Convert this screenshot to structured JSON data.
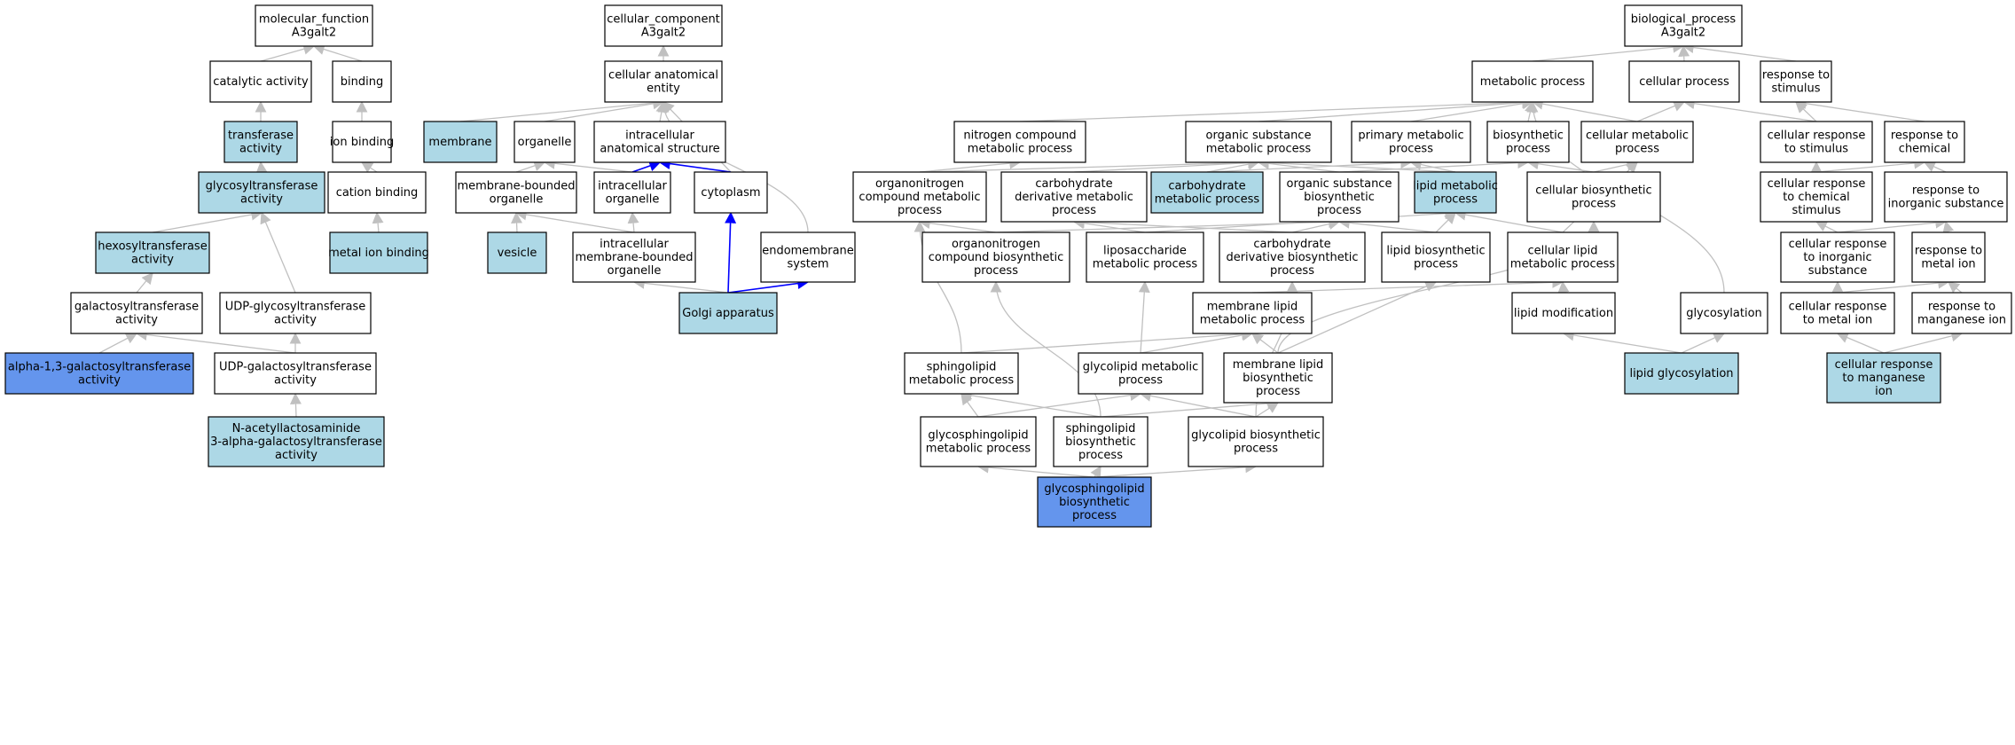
{
  "colors": {
    "default_fill": "#ffffff",
    "light_fill": "#add8e6",
    "dark_fill": "#6495ed",
    "edge_gray": "#c0c0c0",
    "edge_blue": "#0000ff",
    "border": "#000000"
  },
  "nodes": [
    {
      "id": "mf",
      "lines": [
        "molecular_function",
        "A3galt2"
      ],
      "fill": "default"
    },
    {
      "id": "catalytic",
      "lines": [
        "catalytic activity"
      ],
      "fill": "default"
    },
    {
      "id": "binding",
      "lines": [
        "binding"
      ],
      "fill": "default"
    },
    {
      "id": "transferase",
      "lines": [
        "transferase",
        "activity"
      ],
      "fill": "light"
    },
    {
      "id": "ionbinding",
      "lines": [
        "ion binding"
      ],
      "fill": "default"
    },
    {
      "id": "glycosyltransferase",
      "lines": [
        "glycosyltransferase",
        "activity"
      ],
      "fill": "light"
    },
    {
      "id": "cationbinding",
      "lines": [
        "cation binding"
      ],
      "fill": "default"
    },
    {
      "id": "hexosyltransferase",
      "lines": [
        "hexosyltransferase",
        "activity"
      ],
      "fill": "light"
    },
    {
      "id": "metalionbinding",
      "lines": [
        "metal ion binding"
      ],
      "fill": "light"
    },
    {
      "id": "galactosyltransferase",
      "lines": [
        "galactosyltransferase",
        "activity"
      ],
      "fill": "default"
    },
    {
      "id": "udpglycosyl",
      "lines": [
        "UDP-glycosyltransferase",
        "activity"
      ],
      "fill": "default"
    },
    {
      "id": "alpha13",
      "lines": [
        "alpha-1,3-galactosyltransferase",
        "activity"
      ],
      "fill": "dark"
    },
    {
      "id": "udpgalactosyl",
      "lines": [
        "UDP-galactosyltransferase",
        "activity"
      ],
      "fill": "default"
    },
    {
      "id": "nacetyl",
      "lines": [
        "N-acetyllactosaminide",
        "3-alpha-galactosyltransferase",
        "activity"
      ],
      "fill": "light"
    },
    {
      "id": "cc",
      "lines": [
        "cellular_component",
        "A3galt2"
      ],
      "fill": "default"
    },
    {
      "id": "cae",
      "lines": [
        "cellular anatomical",
        "entity"
      ],
      "fill": "default"
    },
    {
      "id": "membrane",
      "lines": [
        "membrane"
      ],
      "fill": "light"
    },
    {
      "id": "organelle",
      "lines": [
        "organelle"
      ],
      "fill": "default"
    },
    {
      "id": "ias",
      "lines": [
        "intracellular",
        "anatomical structure"
      ],
      "fill": "default"
    },
    {
      "id": "mbo",
      "lines": [
        "membrane-bounded",
        "organelle"
      ],
      "fill": "default"
    },
    {
      "id": "io",
      "lines": [
        "intracellular",
        "organelle"
      ],
      "fill": "default"
    },
    {
      "id": "cytoplasm",
      "lines": [
        "cytoplasm"
      ],
      "fill": "default"
    },
    {
      "id": "vesicle",
      "lines": [
        "vesicle"
      ],
      "fill": "light"
    },
    {
      "id": "imbo",
      "lines": [
        "intracellular",
        "membrane-bounded",
        "organelle"
      ],
      "fill": "default"
    },
    {
      "id": "endomembrane",
      "lines": [
        "endomembrane",
        "system"
      ],
      "fill": "default"
    },
    {
      "id": "golgi",
      "lines": [
        "Golgi apparatus"
      ],
      "fill": "light"
    },
    {
      "id": "bp",
      "lines": [
        "biological_process",
        "A3galt2"
      ],
      "fill": "default"
    },
    {
      "id": "metabolic",
      "lines": [
        "metabolic process"
      ],
      "fill": "default"
    },
    {
      "id": "cellularprocess",
      "lines": [
        "cellular process"
      ],
      "fill": "default"
    },
    {
      "id": "rstimulus",
      "lines": [
        "response to",
        "stimulus"
      ],
      "fill": "default"
    },
    {
      "id": "nitrogen",
      "lines": [
        "nitrogen compound",
        "metabolic process"
      ],
      "fill": "default"
    },
    {
      "id": "osmp",
      "lines": [
        "organic substance",
        "metabolic process"
      ],
      "fill": "default"
    },
    {
      "id": "primary",
      "lines": [
        "primary metabolic",
        "process"
      ],
      "fill": "default"
    },
    {
      "id": "biosynthetic",
      "lines": [
        "biosynthetic",
        "process"
      ],
      "fill": "default"
    },
    {
      "id": "cellmetab",
      "lines": [
        "cellular metabolic",
        "process"
      ],
      "fill": "default"
    },
    {
      "id": "crstimulus",
      "lines": [
        "cellular response",
        "to stimulus"
      ],
      "fill": "default"
    },
    {
      "id": "rchemical",
      "lines": [
        "response to",
        "chemical"
      ],
      "fill": "default"
    },
    {
      "id": "onitmetab",
      "lines": [
        "organonitrogen",
        "compound metabolic",
        "process"
      ],
      "fill": "default"
    },
    {
      "id": "carbderivmetab",
      "lines": [
        "carbohydrate",
        "derivative metabolic",
        "process"
      ],
      "fill": "default"
    },
    {
      "id": "carbmetab",
      "lines": [
        "carbohydrate",
        "metabolic process"
      ],
      "fill": "light"
    },
    {
      "id": "osbiosynth",
      "lines": [
        "organic substance",
        "biosynthetic",
        "process"
      ],
      "fill": "default"
    },
    {
      "id": "lipidmetab",
      "lines": [
        "lipid metabolic",
        "process"
      ],
      "fill": "light"
    },
    {
      "id": "cellbiosynth",
      "lines": [
        "cellular biosynthetic",
        "process"
      ],
      "fill": "default"
    },
    {
      "id": "crchemical",
      "lines": [
        "cellular response",
        "to chemical",
        "stimulus"
      ],
      "fill": "default"
    },
    {
      "id": "rinorganic",
      "lines": [
        "response to",
        "inorganic substance"
      ],
      "fill": "default"
    },
    {
      "id": "onitbiosynth",
      "lines": [
        "organonitrogen",
        "compound biosynthetic",
        "process"
      ],
      "fill": "default"
    },
    {
      "id": "liposacch",
      "lines": [
        "liposaccharide",
        "metabolic process"
      ],
      "fill": "default"
    },
    {
      "id": "carbderivbio",
      "lines": [
        "carbohydrate",
        "derivative biosynthetic",
        "process"
      ],
      "fill": "default"
    },
    {
      "id": "lipidbiosynth",
      "lines": [
        "lipid biosynthetic",
        "process"
      ],
      "fill": "default"
    },
    {
      "id": "celllipid",
      "lines": [
        "cellular lipid",
        "metabolic process"
      ],
      "fill": "default"
    },
    {
      "id": "crinorganic",
      "lines": [
        "cellular response",
        "to inorganic",
        "substance"
      ],
      "fill": "default"
    },
    {
      "id": "rmetalion",
      "lines": [
        "response to",
        "metal ion"
      ],
      "fill": "default"
    },
    {
      "id": "memlipidmetab",
      "lines": [
        "membrane lipid",
        "metabolic process"
      ],
      "fill": "default"
    },
    {
      "id": "lipidmod",
      "lines": [
        "lipid modification"
      ],
      "fill": "default"
    },
    {
      "id": "glycosylation",
      "lines": [
        "glycosylation"
      ],
      "fill": "default"
    },
    {
      "id": "crmetalion",
      "lines": [
        "cellular response",
        "to metal ion"
      ],
      "fill": "default"
    },
    {
      "id": "rmanganese",
      "lines": [
        "response to",
        "manganese ion"
      ],
      "fill": "default"
    },
    {
      "id": "sphingometab",
      "lines": [
        "sphingolipid",
        "metabolic process"
      ],
      "fill": "default"
    },
    {
      "id": "glycolipidmetab",
      "lines": [
        "glycolipid metabolic",
        "process"
      ],
      "fill": "default"
    },
    {
      "id": "memlipidbio",
      "lines": [
        "membrane lipid",
        "biosynthetic",
        "process"
      ],
      "fill": "default"
    },
    {
      "id": "lipidglyc",
      "lines": [
        "lipid glycosylation"
      ],
      "fill": "light"
    },
    {
      "id": "crmanganese",
      "lines": [
        "cellular response",
        "to manganese",
        "ion"
      ],
      "fill": "light"
    },
    {
      "id": "gsphingometab",
      "lines": [
        "glycosphingolipid",
        "metabolic process"
      ],
      "fill": "default"
    },
    {
      "id": "sphingobio",
      "lines": [
        "sphingolipid",
        "biosynthetic",
        "process"
      ],
      "fill": "default"
    },
    {
      "id": "glycolipidbio",
      "lines": [
        "glycolipid biosynthetic",
        "process"
      ],
      "fill": "default"
    },
    {
      "id": "gsphingobio",
      "lines": [
        "glycosphingolipid",
        "biosynthetic",
        "process"
      ],
      "fill": "dark"
    }
  ],
  "edges": [
    {
      "from": "catalytic",
      "to": "mf",
      "color": "gray"
    },
    {
      "from": "binding",
      "to": "mf",
      "color": "gray"
    },
    {
      "from": "transferase",
      "to": "catalytic",
      "color": "gray"
    },
    {
      "from": "ionbinding",
      "to": "binding",
      "color": "gray"
    },
    {
      "from": "glycosyltransferase",
      "to": "transferase",
      "color": "gray"
    },
    {
      "from": "cationbinding",
      "to": "ionbinding",
      "color": "gray"
    },
    {
      "from": "hexosyltransferase",
      "to": "glycosyltransferase",
      "color": "gray"
    },
    {
      "from": "udpglycosyl",
      "to": "glycosyltransferase",
      "color": "gray"
    },
    {
      "from": "metalionbinding",
      "to": "cationbinding",
      "color": "gray"
    },
    {
      "from": "galactosyltransferase",
      "to": "hexosyltransferase",
      "color": "gray"
    },
    {
      "from": "alpha13",
      "to": "galactosyltransferase",
      "color": "gray"
    },
    {
      "from": "udpgalactosyl",
      "to": "galactosyltransferase",
      "color": "gray"
    },
    {
      "from": "udpgalactosyl",
      "to": "udpglycosyl",
      "color": "gray"
    },
    {
      "from": "nacetyl",
      "to": "udpgalactosyl",
      "color": "gray"
    },
    {
      "from": "cae",
      "to": "cc",
      "color": "gray"
    },
    {
      "from": "membrane",
      "to": "cae",
      "color": "gray"
    },
    {
      "from": "organelle",
      "to": "cae",
      "color": "gray"
    },
    {
      "from": "ias",
      "to": "cae",
      "color": "gray"
    },
    {
      "from": "cytoplasm",
      "to": "cae",
      "color": "gray"
    },
    {
      "from": "endomembrane",
      "to": "cae",
      "color": "gray"
    },
    {
      "from": "mbo",
      "to": "organelle",
      "color": "gray"
    },
    {
      "from": "io",
      "to": "organelle",
      "color": "gray"
    },
    {
      "from": "io",
      "to": "ias",
      "color": "blue"
    },
    {
      "from": "cytoplasm",
      "to": "ias",
      "color": "blue"
    },
    {
      "from": "vesicle",
      "to": "mbo",
      "color": "gray"
    },
    {
      "from": "imbo",
      "to": "mbo",
      "color": "gray"
    },
    {
      "from": "imbo",
      "to": "io",
      "color": "gray"
    },
    {
      "from": "golgi",
      "to": "imbo",
      "color": "gray"
    },
    {
      "from": "golgi",
      "to": "cytoplasm",
      "color": "blue"
    },
    {
      "from": "golgi",
      "to": "endomembrane",
      "color": "blue"
    },
    {
      "from": "metabolic",
      "to": "bp",
      "color": "gray"
    },
    {
      "from": "cellularprocess",
      "to": "bp",
      "color": "gray"
    },
    {
      "from": "rstimulus",
      "to": "bp",
      "color": "gray"
    },
    {
      "from": "nitrogen",
      "to": "metabolic",
      "color": "gray"
    },
    {
      "from": "osmp",
      "to": "metabolic",
      "color": "gray"
    },
    {
      "from": "primary",
      "to": "metabolic",
      "color": "gray"
    },
    {
      "from": "biosynthetic",
      "to": "metabolic",
      "color": "gray"
    },
    {
      "from": "cellmetab",
      "to": "metabolic",
      "color": "gray"
    },
    {
      "from": "membrane",
      "to": "metabolic",
      "color": "none"
    },
    {
      "from": "glycosylation",
      "to": "metabolic",
      "color": "gray"
    },
    {
      "from": "cellmetab",
      "to": "cellularprocess",
      "color": "gray"
    },
    {
      "from": "crstimulus",
      "to": "cellularprocess",
      "color": "gray"
    },
    {
      "from": "crstimulus",
      "to": "rstimulus",
      "color": "gray"
    },
    {
      "from": "rchemical",
      "to": "rstimulus",
      "color": "gray"
    },
    {
      "from": "onitmetab",
      "to": "nitrogen",
      "color": "gray"
    },
    {
      "from": "onitmetab",
      "to": "osmp",
      "color": "gray"
    },
    {
      "from": "carbderivmetab",
      "to": "osmp",
      "color": "gray"
    },
    {
      "from": "carbmetab",
      "to": "osmp",
      "color": "gray"
    },
    {
      "from": "osbiosynth",
      "to": "osmp",
      "color": "gray"
    },
    {
      "from": "lipidmetab",
      "to": "osmp",
      "color": "gray"
    },
    {
      "from": "carbmetab",
      "to": "primary",
      "color": "gray"
    },
    {
      "from": "lipidmetab",
      "to": "primary",
      "color": "gray"
    },
    {
      "from": "osbiosynth",
      "to": "biosynthetic",
      "color": "gray"
    },
    {
      "from": "cellbiosynth",
      "to": "biosynthetic",
      "color": "gray"
    },
    {
      "from": "cellbiosynth",
      "to": "cellmetab",
      "color": "gray"
    },
    {
      "from": "celllipid",
      "to": "cellmetab",
      "color": "gray"
    },
    {
      "from": "crchemical",
      "to": "crstimulus",
      "color": "gray"
    },
    {
      "from": "crchemical",
      "to": "rchemical",
      "color": "gray"
    },
    {
      "from": "rinorganic",
      "to": "rchemical",
      "color": "gray"
    },
    {
      "from": "onitbiosynth",
      "to": "onitmetab",
      "color": "gray"
    },
    {
      "from": "sphingometab",
      "to": "onitmetab",
      "color": "gray"
    },
    {
      "from": "onitbiosynth",
      "to": "osbiosynth",
      "color": "gray"
    },
    {
      "from": "liposacch",
      "to": "carbderivmetab",
      "color": "gray"
    },
    {
      "from": "carbderivbio",
      "to": "carbderivmetab",
      "color": "gray"
    },
    {
      "from": "carbderivbio",
      "to": "osbiosynth",
      "color": "gray"
    },
    {
      "from": "lipidbiosynth",
      "to": "osbiosynth",
      "color": "gray"
    },
    {
      "from": "liposacch",
      "to": "lipidmetab",
      "color": "gray"
    },
    {
      "from": "lipidbiosynth",
      "to": "lipidmetab",
      "color": "gray"
    },
    {
      "from": "celllipid",
      "to": "lipidmetab",
      "color": "gray"
    },
    {
      "from": "memlipidbio",
      "to": "cellbiosynth",
      "color": "gray"
    },
    {
      "from": "crinorganic",
      "to": "crchemical",
      "color": "gray"
    },
    {
      "from": "crinorganic",
      "to": "rinorganic",
      "color": "gray"
    },
    {
      "from": "rmetalion",
      "to": "rinorganic",
      "color": "gray"
    },
    {
      "from": "sphingobio",
      "to": "onitbiosynth",
      "color": "gray"
    },
    {
      "from": "glycolipidmetab",
      "to": "liposacch",
      "color": "gray"
    },
    {
      "from": "glycolipidbio",
      "to": "carbderivbio",
      "color": "gray"
    },
    {
      "from": "memlipidbio",
      "to": "lipidbiosynth",
      "color": "gray"
    },
    {
      "from": "memlipidmetab",
      "to": "celllipid",
      "color": "gray"
    },
    {
      "from": "lipidmod",
      "to": "celllipid",
      "color": "gray"
    },
    {
      "from": "crmetalion",
      "to": "crinorganic",
      "color": "gray"
    },
    {
      "from": "crmetalion",
      "to": "rmetalion",
      "color": "gray"
    },
    {
      "from": "rmanganese",
      "to": "rmetalion",
      "color": "gray"
    },
    {
      "from": "sphingometab",
      "to": "memlipidmetab",
      "color": "gray"
    },
    {
      "from": "glycolipidmetab",
      "to": "memlipidmetab",
      "color": "gray"
    },
    {
      "from": "memlipidbio",
      "to": "memlipidmetab",
      "color": "gray"
    },
    {
      "from": "lipidglyc",
      "to": "lipidmod",
      "color": "gray"
    },
    {
      "from": "lipidglyc",
      "to": "glycosylation",
      "color": "gray"
    },
    {
      "from": "crmanganese",
      "to": "crmetalion",
      "color": "gray"
    },
    {
      "from": "crmanganese",
      "to": "rmanganese",
      "color": "gray"
    },
    {
      "from": "gsphingometab",
      "to": "sphingometab",
      "color": "gray"
    },
    {
      "from": "sphingobio",
      "to": "sphingometab",
      "color": "gray"
    },
    {
      "from": "gsphingometab",
      "to": "glycolipidmetab",
      "color": "gray"
    },
    {
      "from": "glycolipidbio",
      "to": "glycolipidmetab",
      "color": "gray"
    },
    {
      "from": "sphingobio",
      "to": "memlipidbio",
      "color": "gray"
    },
    {
      "from": "glycolipidbio",
      "to": "memlipidbio",
      "color": "gray"
    },
    {
      "from": "gsphingobio",
      "to": "gsphingometab",
      "color": "gray"
    },
    {
      "from": "gsphingobio",
      "to": "sphingobio",
      "color": "gray"
    },
    {
      "from": "gsphingobio",
      "to": "glycolipidbio",
      "color": "gray"
    }
  ]
}
